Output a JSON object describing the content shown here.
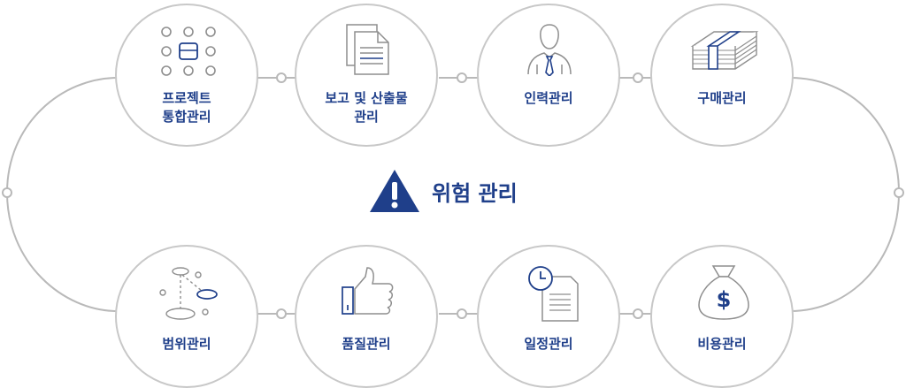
{
  "center": {
    "title": "위험 관리",
    "icon": "warning-triangle-icon"
  },
  "colors": {
    "accent": "#1f3f8a",
    "line": "#b9b9b9",
    "icon_gray": "#8e8e8e"
  },
  "nodes": {
    "project_integration": {
      "line1": "프로젝트",
      "line2": "통합관리",
      "icon": "grid-dots-icon"
    },
    "reports": {
      "line1": "보고 및 산출물",
      "line2": "관리",
      "icon": "document-icon"
    },
    "human_resources": {
      "line1": "인력관리",
      "icon": "person-tie-icon"
    },
    "procurement": {
      "line1": "구매관리",
      "icon": "money-stack-icon"
    },
    "scope": {
      "line1": "범위관리",
      "icon": "scope-nodes-icon"
    },
    "quality": {
      "line1": "품질관리",
      "icon": "thumbs-up-icon"
    },
    "schedule": {
      "line1": "일정관리",
      "icon": "clock-document-icon"
    },
    "cost": {
      "line1": "비용관리",
      "icon": "money-bag-icon"
    }
  }
}
